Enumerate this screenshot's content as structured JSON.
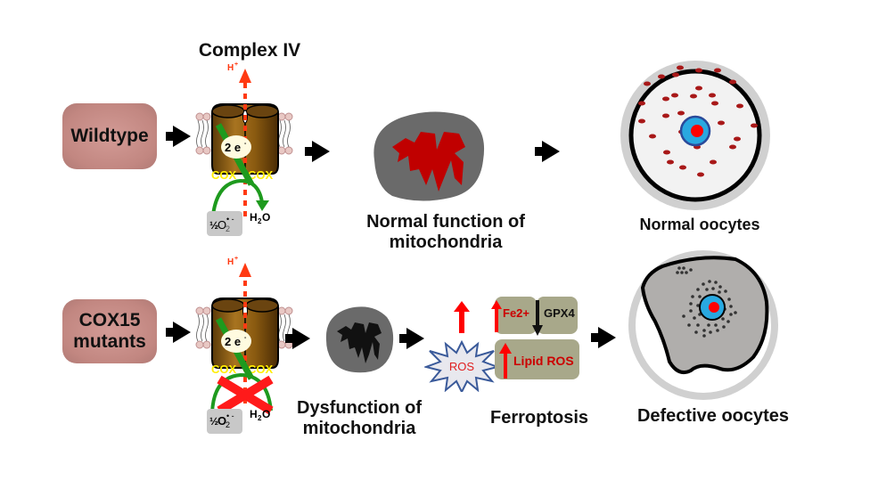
{
  "title": "Complex IV",
  "rows": [
    {
      "genotype": "Wildtype",
      "complex": {
        "proton_label": "H+",
        "electron_label": "2 e-",
        "subunit_labels": [
          "COX",
          "COX"
        ],
        "substrate_label": "½O2•-",
        "product_label": "H2O",
        "blocked": false
      },
      "mitochondria_label_lines": [
        "Normal function of",
        "mitochondria"
      ],
      "oocyte_label": "Normal oocytes"
    },
    {
      "genotype_lines": [
        "COX15",
        "mutants"
      ],
      "complex": {
        "proton_label": "H+",
        "electron_label": "2 e-",
        "subunit_labels": [
          "COX",
          "COX"
        ],
        "substrate_label": "½O2•-",
        "product_label": "H2O",
        "blocked": true
      },
      "mitochondria_label_lines": [
        "Dysfunction of",
        "mitochondria"
      ],
      "ros_label": "ROS",
      "ferroptosis": {
        "fe_label": "Fe2+",
        "gpx4_label": "GPX4",
        "lipid_ros_label": "Lipid ROS",
        "caption": "Ferroptosis"
      },
      "oocyte_label": "Defective oocytes"
    }
  ],
  "colors": {
    "genotype_box": "#c48a84",
    "complex_brown": "#8b5a12",
    "proton_arrow": "#ff3a12",
    "electron_path": "#1e9a1e",
    "cox_label": "#ffee00",
    "matrix_red": "#c00000",
    "matrix_dark": "#111111",
    "mito_outer": "#6a6a6a",
    "nucleus_blue": "#29a8e0",
    "nucleolus_red": "#ff0000",
    "ferro_box": "#a8a88a",
    "increase_arrow": "#ff0000",
    "ros_star": "#3a5a9a",
    "block_x": "#ff1a1a"
  }
}
